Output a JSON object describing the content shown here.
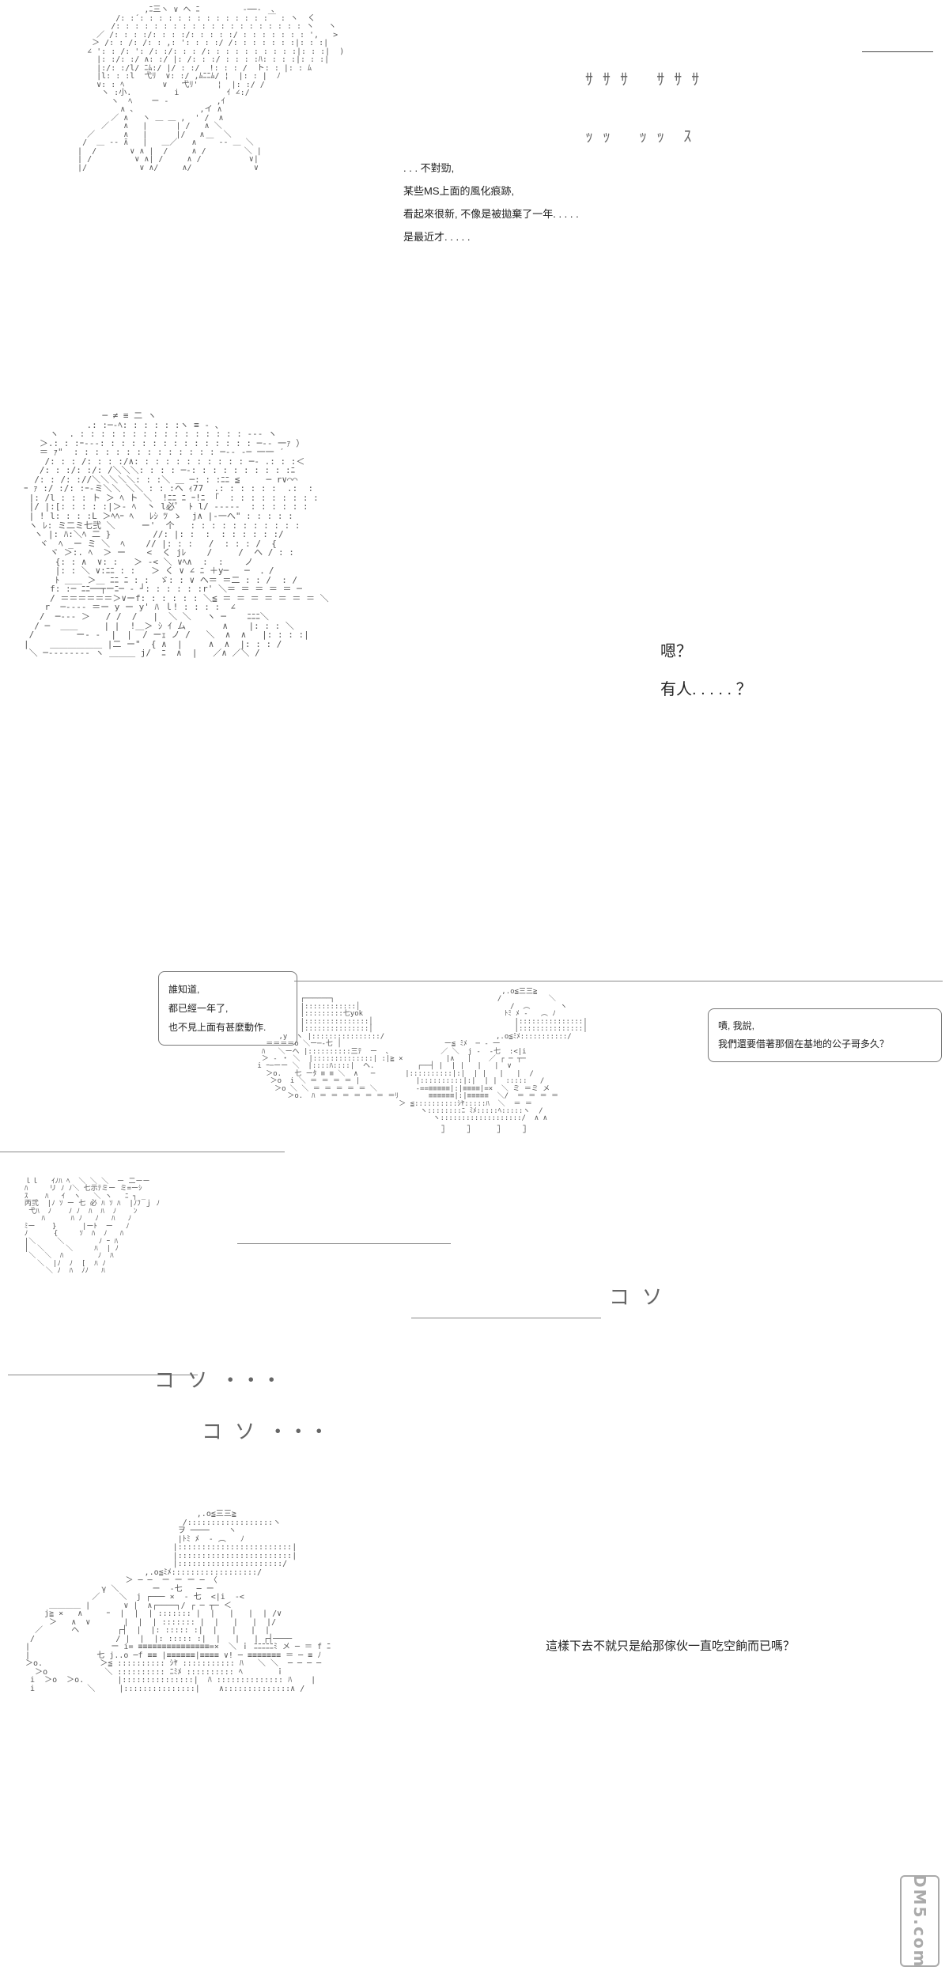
{
  "panel1": {
    "monologue": [
      ". . . 不對勁,",
      "某些MS上面的風化痕跡,",
      "看起來很新, 不像是被拋棄了一年. . . . .",
      "是最近才. . . . ."
    ],
    "sfx": [
      "ｻ ｻ ｻ   ｻ ｻ ｻ",
      "ｯ ｯ   ｯ ｯ  ｽ"
    ]
  },
  "panel2": {
    "lines": [
      "嗯？",
      "有人. . . . . ？"
    ]
  },
  "panel3": {
    "bubble_left": [
      "誰知道,",
      "都已經一年了,",
      "也不見上面有甚麼動作."
    ],
    "bubble_right": [
      "嘖, 我說,",
      "我們還要借著那個在基地的公子哥多久？"
    ],
    "sfx": [
      "コ ソ",
      "コ ソ ・・・",
      "コ ソ ・・・"
    ]
  },
  "panel4": {
    "line": "這樣下去不就只是給那傢伙一直吃空餉而已嗎？"
  },
  "watermark": "DM5.com"
}
